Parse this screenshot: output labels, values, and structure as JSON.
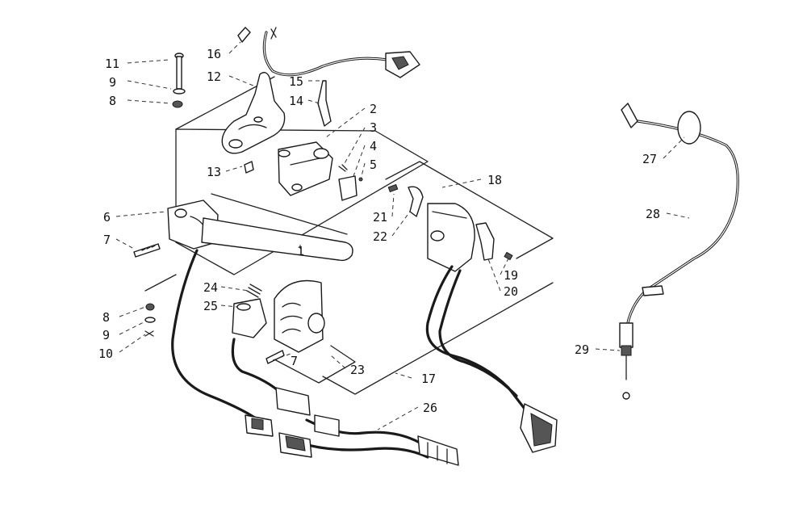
{
  "diagram": {
    "callouts": [
      {
        "key": "c1",
        "label": "1"
      },
      {
        "key": "c2",
        "label": "2"
      },
      {
        "key": "c3",
        "label": "3"
      },
      {
        "key": "c4",
        "label": "4"
      },
      {
        "key": "c5",
        "label": "5"
      },
      {
        "key": "c6",
        "label": "6"
      },
      {
        "key": "c7a",
        "label": "7"
      },
      {
        "key": "c7b",
        "label": "7"
      },
      {
        "key": "c8a",
        "label": "8"
      },
      {
        "key": "c8b",
        "label": "8"
      },
      {
        "key": "c9a",
        "label": "9"
      },
      {
        "key": "c9b",
        "label": "9"
      },
      {
        "key": "c10",
        "label": "10"
      },
      {
        "key": "c11",
        "label": "11"
      },
      {
        "key": "c12",
        "label": "12"
      },
      {
        "key": "c13",
        "label": "13"
      },
      {
        "key": "c14",
        "label": "14"
      },
      {
        "key": "c15",
        "label": "15"
      },
      {
        "key": "c16",
        "label": "16"
      },
      {
        "key": "c17",
        "label": "17"
      },
      {
        "key": "c18",
        "label": "18"
      },
      {
        "key": "c19",
        "label": "19"
      },
      {
        "key": "c20",
        "label": "20"
      },
      {
        "key": "c21",
        "label": "21"
      },
      {
        "key": "c22",
        "label": "22"
      },
      {
        "key": "c23",
        "label": "23"
      },
      {
        "key": "c24",
        "label": "24"
      },
      {
        "key": "c25",
        "label": "25"
      },
      {
        "key": "c26",
        "label": "26"
      },
      {
        "key": "c27",
        "label": "27"
      },
      {
        "key": "c28",
        "label": "28"
      },
      {
        "key": "c29",
        "label": "29"
      }
    ]
  }
}
